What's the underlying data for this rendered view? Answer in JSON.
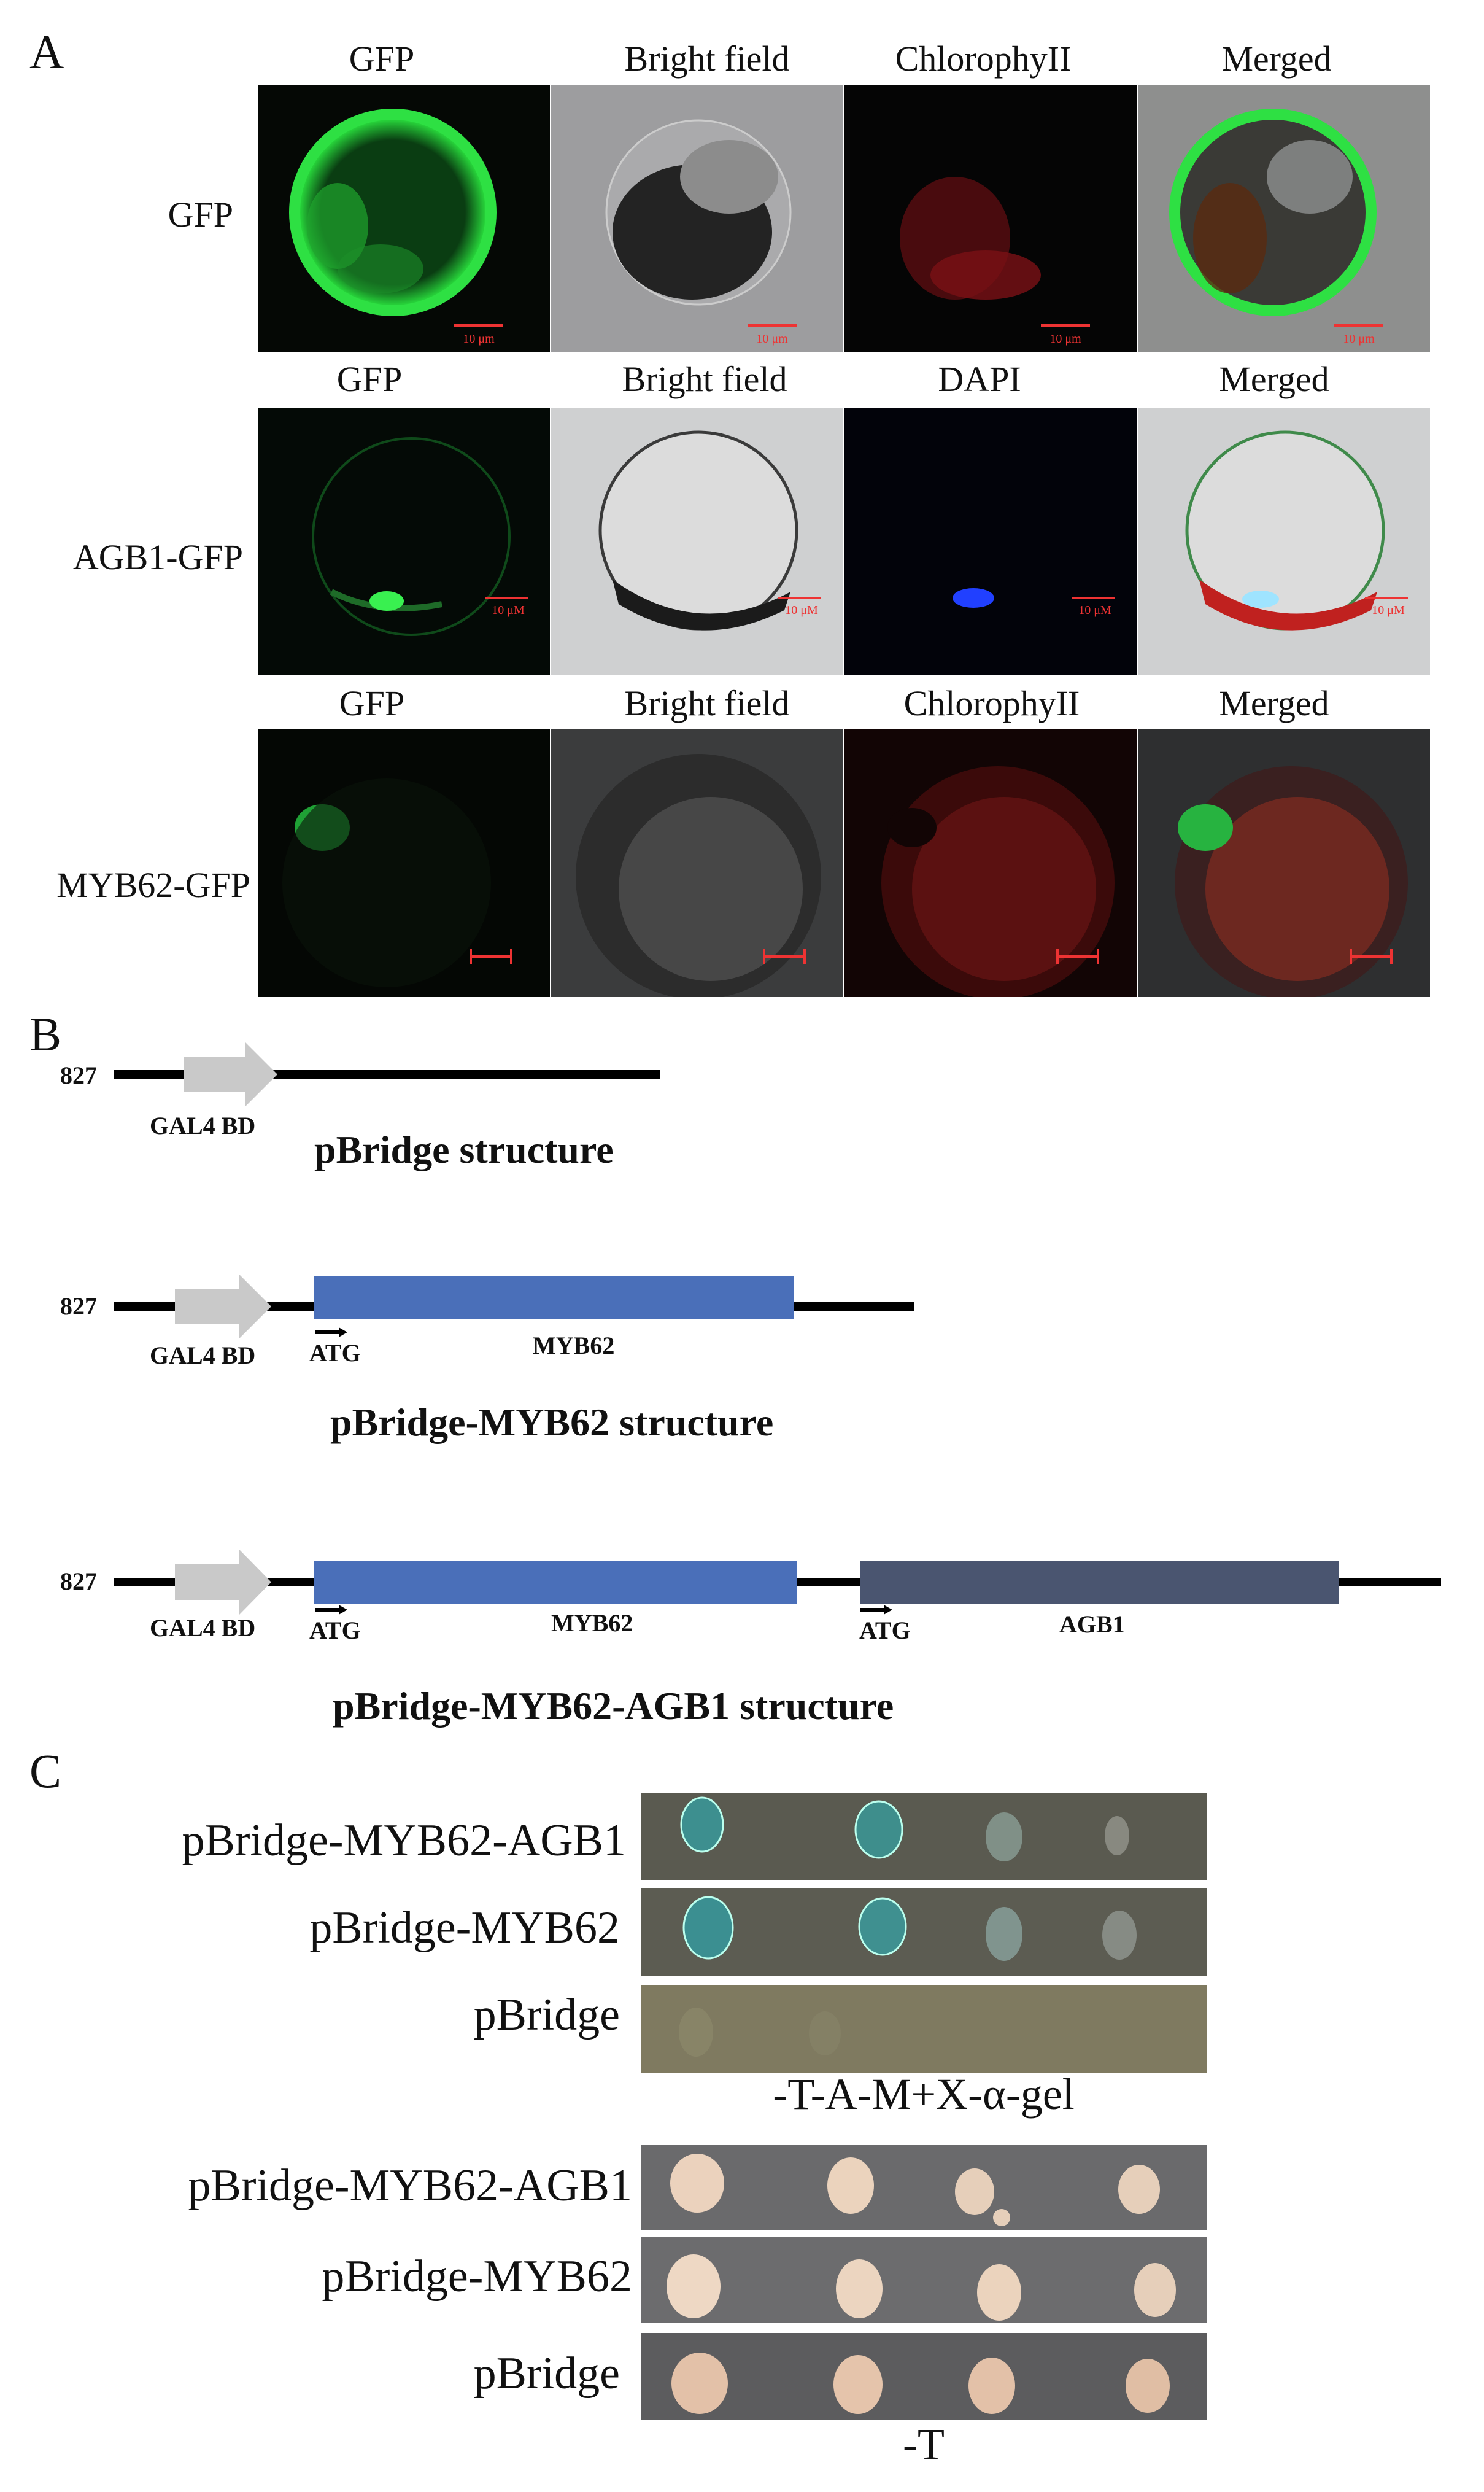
{
  "figure": {
    "panel_a": {
      "letter": "A",
      "rows": [
        {
          "label": "GFP",
          "columns": [
            "GFP",
            "Bright field",
            "ChlorophyII",
            "Merged"
          ],
          "scale_labels": [
            "10 μm",
            "10 μm",
            "10 μm",
            "10 μm"
          ]
        },
        {
          "label": "AGB1-GFP",
          "columns": [
            "GFP",
            "Bright field",
            "DAPI",
            "Merged"
          ],
          "scale_labels": [
            "10 μM",
            "10 μM",
            "10 μM",
            "10 μM"
          ]
        },
        {
          "label": "MYB62-GFP",
          "columns": [
            "GFP",
            "Bright field",
            "ChlorophyII",
            "Merged"
          ],
          "scale_labels": [
            "",
            "",
            "",
            ""
          ]
        }
      ]
    },
    "panel_b": {
      "letter": "B",
      "constructs": [
        {
          "start": "827",
          "bd": "GAL4 BD",
          "title": "pBridge structure"
        },
        {
          "start": "827",
          "bd": "GAL4 BD",
          "atg": "ATG",
          "gene": "MYB62",
          "title": "pBridge-MYB62 structure"
        },
        {
          "start": "827",
          "bd": "GAL4 BD",
          "atg": "ATG",
          "gene": "MYB62",
          "atg2": "ATG",
          "gene2": "AGB1",
          "title": "pBridge-MYB62-AGB1 structure"
        }
      ],
      "colors": {
        "myb62": "#4a6fb9",
        "agb1": "#4a5570",
        "bd_arrow": "#c9c9c9"
      }
    },
    "panel_c": {
      "letter": "C",
      "groups": [
        {
          "rows": [
            "pBridge-MYB62-AGB1",
            "pBridge-MYB62",
            "pBridge"
          ],
          "condition": "-T-A-M+X-α-gel"
        },
        {
          "rows": [
            "pBridge-MYB62-AGB1",
            "pBridge-MYB62",
            "pBridge"
          ],
          "condition": "-T"
        }
      ]
    }
  }
}
